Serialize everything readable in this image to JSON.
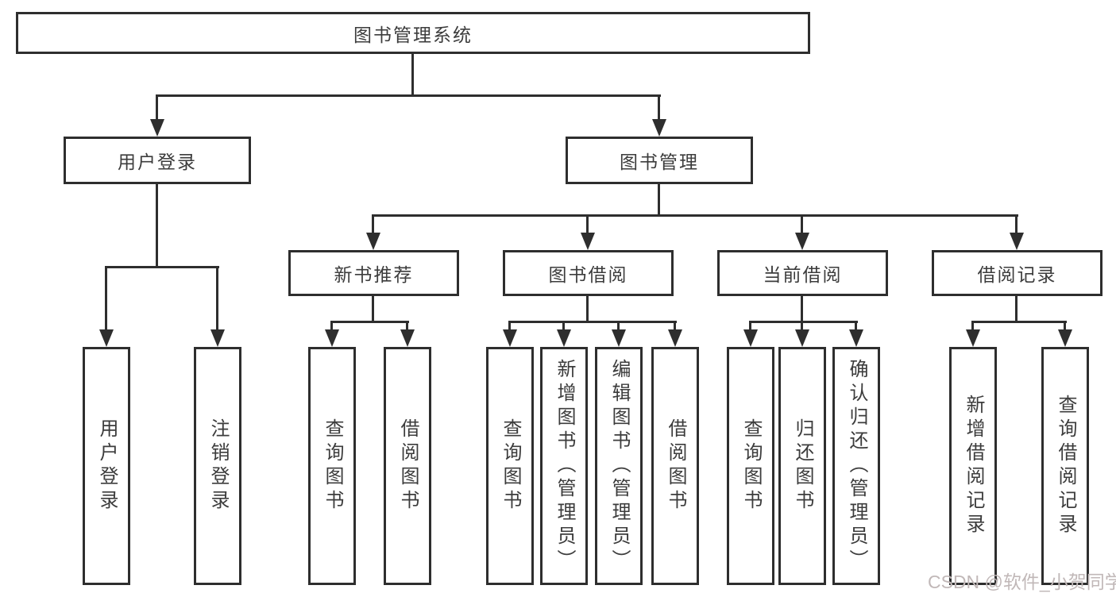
{
  "tree": {
    "label": "图书管理系统",
    "children": [
      {
        "label": "用户登录",
        "children": [
          {
            "label": "用户登录"
          },
          {
            "label": "注销登录"
          }
        ]
      },
      {
        "label": "图书管理",
        "children": [
          {
            "label": "新书推荐",
            "children": [
              {
                "label": "查询图书"
              },
              {
                "label": "借阅图书"
              }
            ]
          },
          {
            "label": "图书借阅",
            "children": [
              {
                "label": "查询图书"
              },
              {
                "label": "新增图书（管理员）"
              },
              {
                "label": "编辑图书（管理员）"
              },
              {
                "label": "借阅图书"
              }
            ]
          },
          {
            "label": "当前借阅",
            "children": [
              {
                "label": "查询图书"
              },
              {
                "label": "归还图书"
              },
              {
                "label": "确认归还（管理员）"
              }
            ]
          },
          {
            "label": "借阅记录",
            "children": [
              {
                "label": "新增借阅记录"
              },
              {
                "label": "查询借阅记录"
              }
            ]
          }
        ]
      }
    ]
  },
  "watermark": {
    "text": "CSDN @软件_小贺同学"
  },
  "colors": {
    "line": "#2e2e2e",
    "text": "#3c3c3c",
    "watermark": "#c1b8b8",
    "background": "#ffffff"
  }
}
